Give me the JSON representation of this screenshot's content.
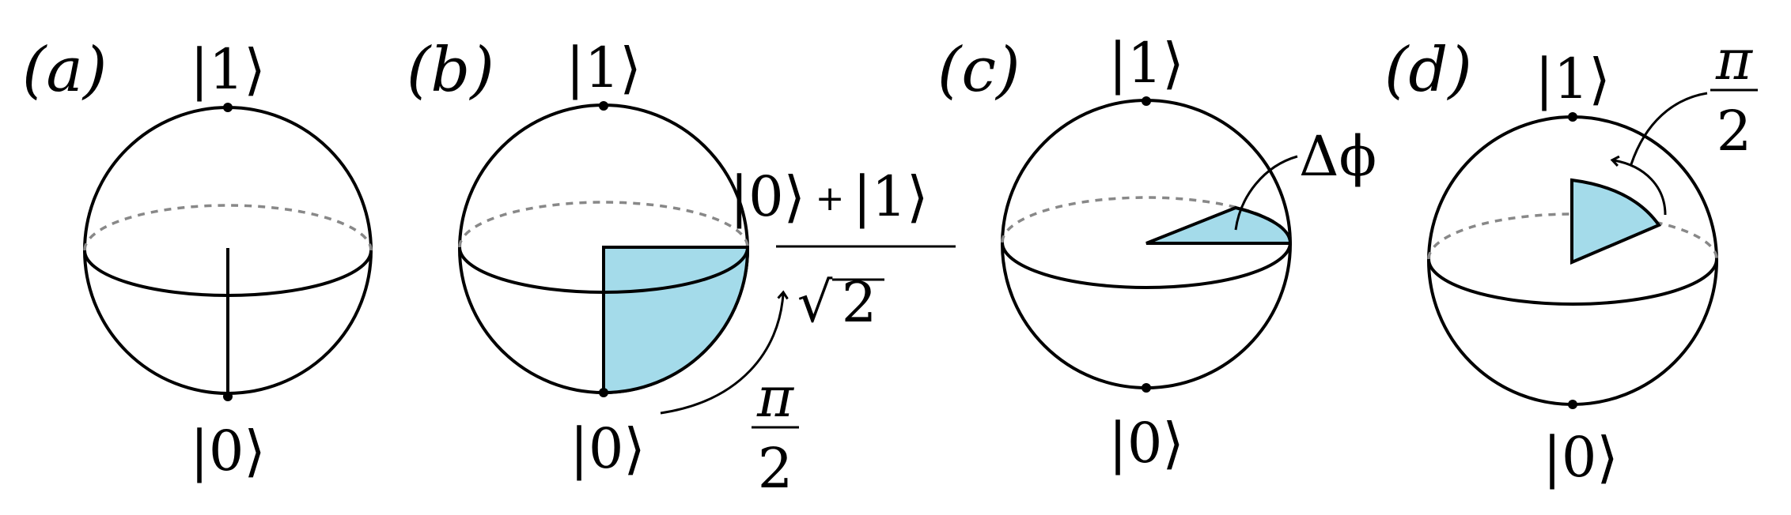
{
  "panels": {
    "a": {
      "label": "(a)",
      "top": "|1⟩",
      "bottom": "|0⟩"
    },
    "b": {
      "label": "(b)",
      "top": "|1⟩",
      "bottom": "|0⟩",
      "angle": {
        "num": "π",
        "den": "2"
      },
      "state": {
        "left": "|0⟩",
        "plus": "+",
        "right": "|1⟩",
        "sqrt": "√",
        "den": "2"
      }
    },
    "c": {
      "label": "(c)",
      "top": "|1⟩",
      "bottom": "|0⟩",
      "phase": "Δϕ"
    },
    "d": {
      "label": "(d)",
      "top": "|1⟩",
      "bottom": "|0⟩",
      "angle": {
        "num": "π",
        "den": "2"
      }
    }
  },
  "colors": {
    "fill": "#a4dbea",
    "dashed": "#888888",
    "stroke": "#000000"
  }
}
